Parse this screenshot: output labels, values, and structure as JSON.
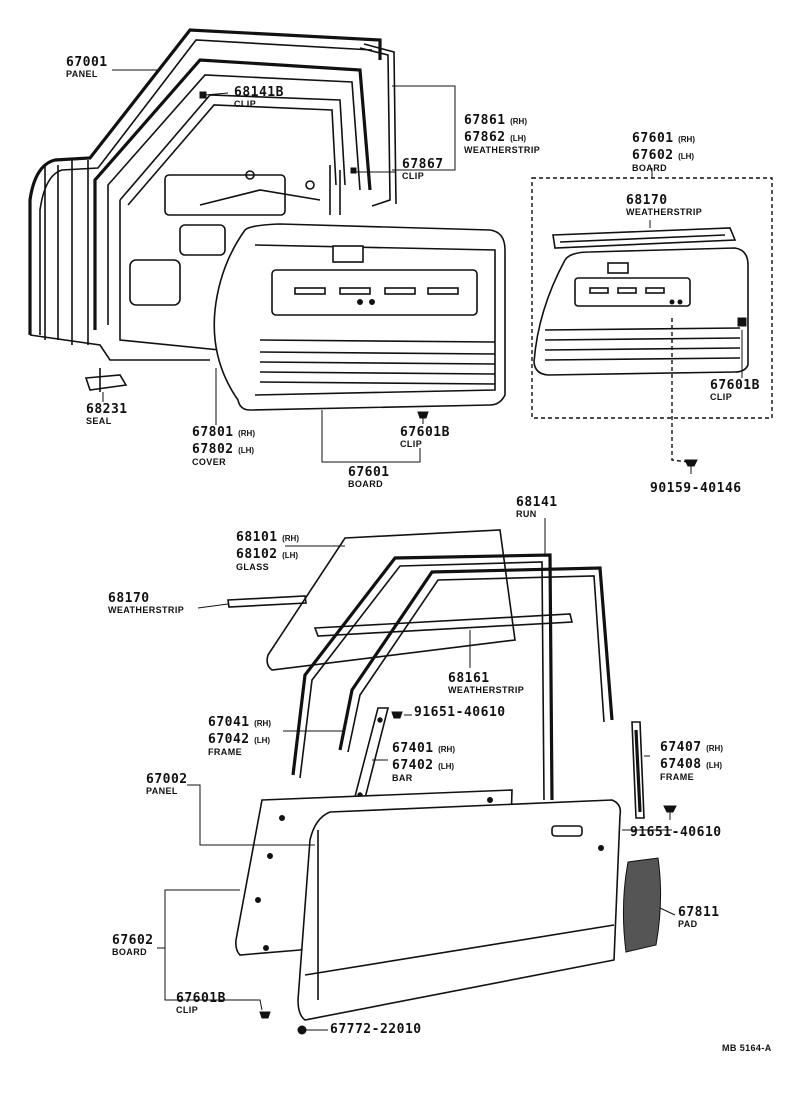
{
  "labels": {
    "p67001": {
      "num": "67001",
      "name": "PANEL"
    },
    "p68141b": {
      "num": "68141B",
      "name": "CLIP"
    },
    "p67861": {
      "num1": "67861",
      "side1": "(RH)",
      "num2": "67862",
      "side2": "(LH)",
      "name": "WEATHERSTRIP"
    },
    "p67867": {
      "num": "67867",
      "name": "CLIP"
    },
    "p68231": {
      "num": "68231",
      "name": "SEAL"
    },
    "p67801": {
      "num1": "67801",
      "side1": "(RH)",
      "num2": "67802",
      "side2": "(LH)",
      "name": "COVER"
    },
    "p67601b_top": {
      "num": "67601B",
      "name": "CLIP"
    },
    "p67601_bottom": {
      "num": "67601",
      "name": "BOARD"
    },
    "p67601_right": {
      "num1": "67601",
      "side1": "(RH)",
      "num2": "67602",
      "side2": "(LH)",
      "name": "BOARD"
    },
    "p68170_right": {
      "num": "68170",
      "name": "WEATHERSTRIP"
    },
    "p67601b_right": {
      "num": "67601B",
      "name": "CLIP"
    },
    "p90159": {
      "num": "90159-40146"
    },
    "p68141": {
      "num": "68141",
      "name": "RUN"
    },
    "p68101": {
      "num1": "68101",
      "side1": "(RH)",
      "num2": "68102",
      "side2": "(LH)",
      "name": "GLASS"
    },
    "p68170_left": {
      "num": "68170",
      "name": "WEATHERSTRIP"
    },
    "p68161": {
      "num": "68161",
      "name": "WEATHERSTRIP"
    },
    "p91651a": {
      "num": "91651-40610"
    },
    "p67041": {
      "num1": "67041",
      "side1": "(RH)",
      "num2": "67042",
      "side2": "(LH)",
      "name": "FRAME"
    },
    "p67401": {
      "num1": "67401",
      "side1": "(RH)",
      "num2": "67402",
      "side2": "(LH)",
      "name": "BAR"
    },
    "p67407": {
      "num1": "67407",
      "side1": "(RH)",
      "num2": "67408",
      "side2": "(LH)",
      "name": "FRAME"
    },
    "p67002": {
      "num": "67002",
      "name": "PANEL"
    },
    "p91651b": {
      "num": "91651-40610"
    },
    "p67811": {
      "num": "67811",
      "name": "PAD"
    },
    "p67602": {
      "num": "67602",
      "name": "BOARD"
    },
    "p67601b_bottom": {
      "num": "67601B",
      "name": "CLIP"
    },
    "p67772": {
      "num": "67772-22010"
    }
  },
  "figure_code": "MB 5164-A"
}
